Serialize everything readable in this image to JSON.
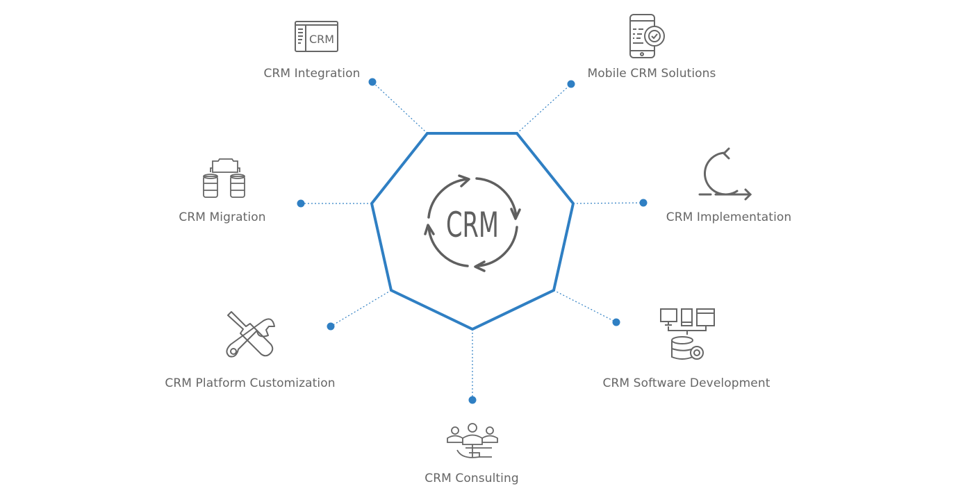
{
  "diagram": {
    "center_label": "CRM",
    "accent_color": "#2f7fc3",
    "icon_color": "#666666",
    "label_color": "#666666",
    "services": [
      {
        "id": "integration",
        "label": "CRM Integration",
        "icon": "crm-window-icon"
      },
      {
        "id": "mobile",
        "label": "Mobile CRM Solutions",
        "icon": "mobile-gear-icon"
      },
      {
        "id": "implementation",
        "label": "CRM Implementation",
        "icon": "cycle-arrow-icon"
      },
      {
        "id": "software-development",
        "label": "CRM Software Development",
        "icon": "devices-database-icon"
      },
      {
        "id": "consulting",
        "label": "CRM Consulting",
        "icon": "people-hand-icon"
      },
      {
        "id": "customization",
        "label": "CRM Platform Customization",
        "icon": "wrench-screwdriver-icon"
      },
      {
        "id": "migration",
        "label": "CRM Migration",
        "icon": "database-migration-icon"
      }
    ]
  }
}
